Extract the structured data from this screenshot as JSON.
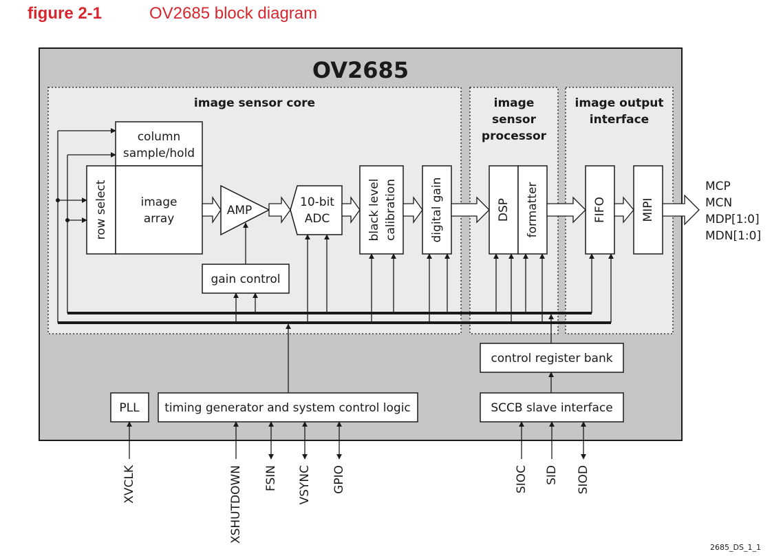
{
  "figure": {
    "label": "figure 2-1",
    "title": "OV2685 block diagram",
    "colors": {
      "accent": "#d4272e",
      "chip_fill": "#c6c6c6",
      "section_fill": "#ebebeb",
      "block_fill": "#ffffff",
      "line": "#1a1a1a"
    }
  },
  "chip": {
    "name": "OV2685"
  },
  "sections": {
    "core": {
      "title": "image sensor core"
    },
    "isp": {
      "title_lines": [
        "image",
        "sensor",
        "processor"
      ]
    },
    "output": {
      "title_lines": [
        "image output",
        "interface"
      ]
    }
  },
  "blocks": {
    "column": {
      "lines": [
        "column",
        "sample/hold"
      ]
    },
    "row_select": {
      "label": "row select"
    },
    "image_array": {
      "lines": [
        "image",
        "array"
      ]
    },
    "amp": {
      "label": "AMP"
    },
    "adc": {
      "lines": [
        "10-bit",
        "ADC"
      ]
    },
    "black_level": {
      "lines": [
        "black level",
        "calibration"
      ]
    },
    "digital_gain": {
      "label": "digital gain"
    },
    "gain_control": {
      "label": "gain control"
    },
    "dsp": {
      "label": "DSP"
    },
    "formatter": {
      "label": "formatter"
    },
    "fifo": {
      "label": "FIFO"
    },
    "mipi": {
      "label": "MIPI"
    },
    "control_register": {
      "label": "control register bank"
    },
    "pll": {
      "label": "PLL"
    },
    "timing": {
      "label": "timing generator and system control logic"
    },
    "sccb": {
      "label": "SCCB slave interface"
    }
  },
  "outputs": [
    "MCP",
    "MCN",
    "MDP[1:0]",
    "MDN[1:0]"
  ],
  "pins": {
    "xvclk": "XVCLK",
    "xshutdown": "XSHUTDOWN",
    "fsin": "FSIN",
    "vsync": "VSYNC",
    "gpio": "GPIO",
    "sioc": "SIOC",
    "sid": "SID",
    "siod": "SIOD"
  },
  "footer": {
    "code": "2685_DS_1_1"
  }
}
